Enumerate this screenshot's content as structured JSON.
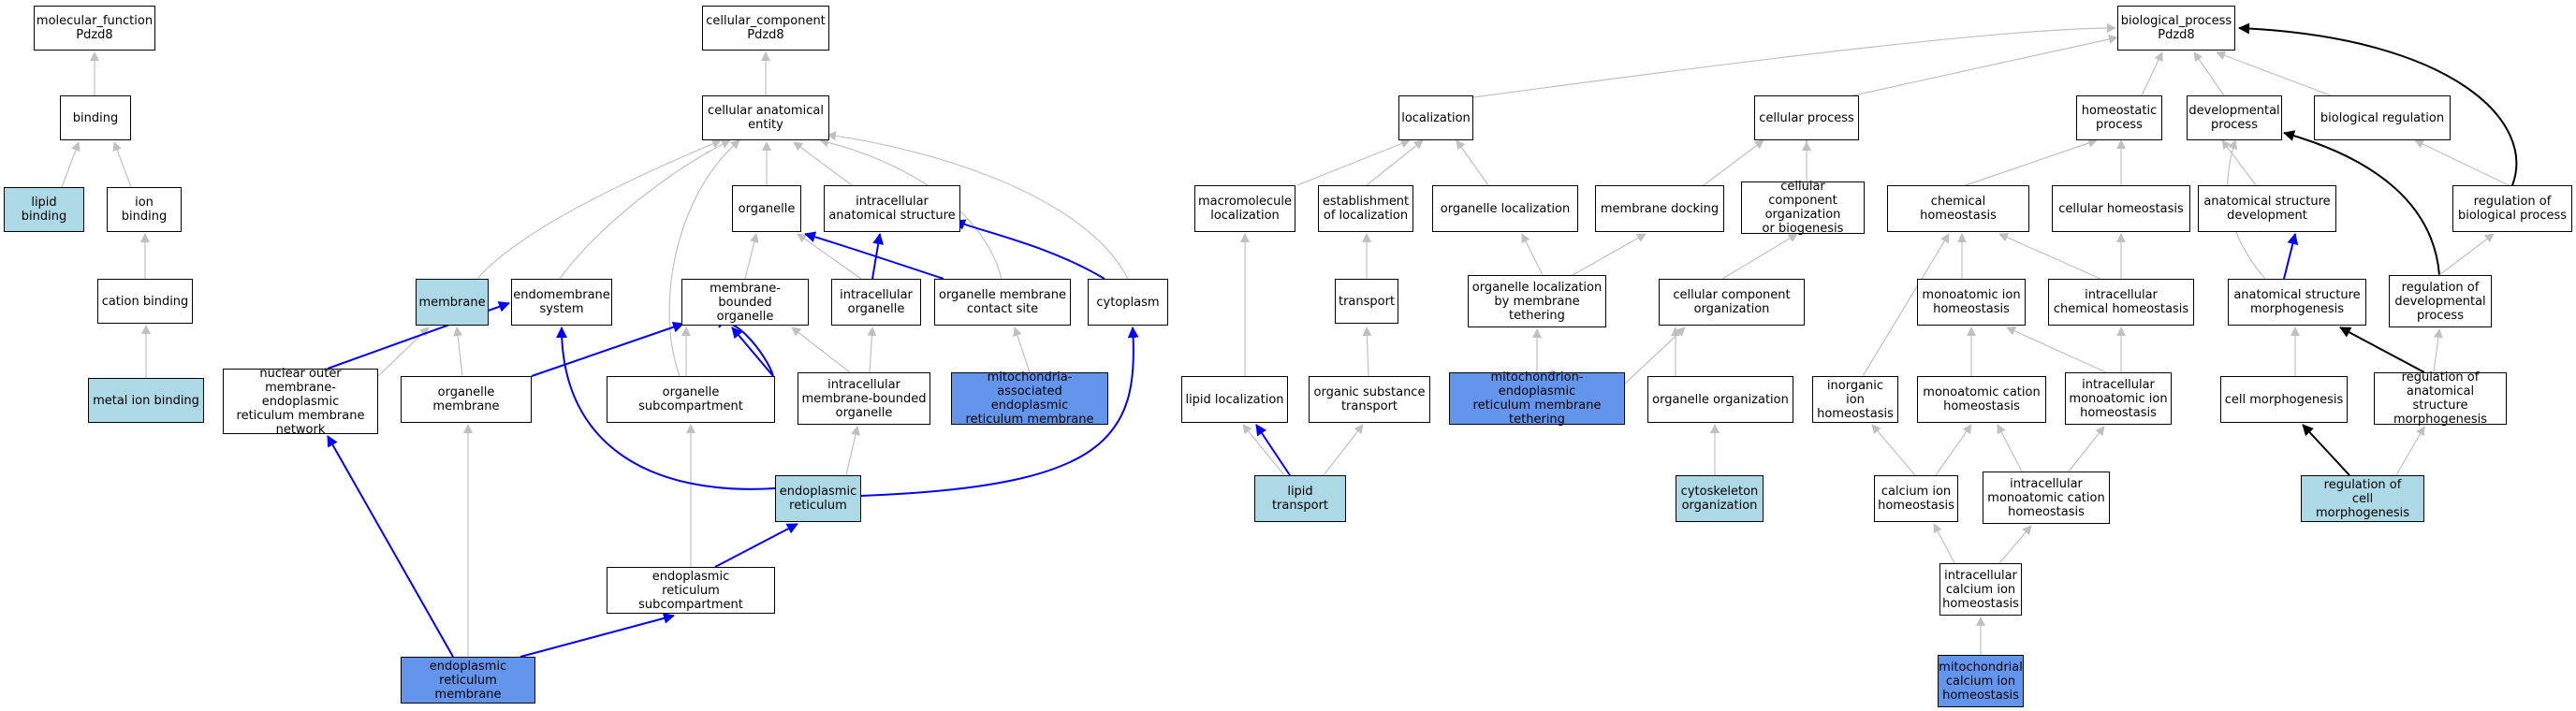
{
  "colors": {
    "grey_edge": "#c0c0c0",
    "blue_edge": "#0000ff",
    "black_edge": "#000000",
    "light_fill": "#add8e6",
    "blue_fill": "#6495ed"
  },
  "nodes": {
    "mf_root": "molecular_function\nPdzd8",
    "binding": "binding",
    "lipid_binding": "lipid binding",
    "ion_binding": "ion binding",
    "cation_binding": "cation binding",
    "metal_ion_binding": "metal ion binding",
    "cc_root": "cellular_component\nPdzd8",
    "cae": "cellular anatomical\nentity",
    "organelle": "organelle",
    "ias": "intracellular\nanatomical structure",
    "membrane": "membrane",
    "endomembrane": "endomembrane\nsystem",
    "mbo": "membrane-bounded\norganelle",
    "intra_org": "intracellular\norganelle",
    "omcs": "organelle membrane\ncontact site",
    "cytoplasm": "cytoplasm",
    "nuclear_outer": "nuclear outer\nmembrane-endoplasmic\nreticulum membrane\nnetwork",
    "org_membrane": "organelle membrane",
    "org_subcomp": "organelle subcompartment",
    "imbo": "intracellular\nmembrane-bounded\norganelle",
    "mam": "mitochondria-associated\nendoplasmic\nreticulum membrane",
    "er": "endoplasmic\nreticulum",
    "er_subcomp": "endoplasmic\nreticulum subcompartment",
    "er_membrane": "endoplasmic\nreticulum membrane",
    "bp_root": "biological_process\nPdzd8",
    "localization": "localization",
    "cellular_process": "cellular process",
    "homeostatic": "homeostatic\nprocess",
    "developmental": "developmental\nprocess",
    "bio_reg": "biological regulation",
    "macro_loc": "macromolecule\nlocalization",
    "est_loc": "establishment\nof localization",
    "org_loc": "organelle localization",
    "mem_dock": "membrane docking",
    "ccob": "cellular component\norganization\nor biogenesis",
    "chem_homeo": "chemical homeostasis",
    "cell_homeo": "cellular homeostasis",
    "asd": "anatomical structure\ndevelopment",
    "reg_bp": "regulation of\nbiological process",
    "transport": "transport",
    "olmt": "organelle localization\nby membrane\ntethering",
    "cco": "cellular component\norganization",
    "mai_homeo": "monoatomic ion\nhomeostasis",
    "ic_chem_homeo": "intracellular\nchemical homeostasis",
    "asm": "anatomical structure\nmorphogenesis",
    "reg_dev": "regulation of\ndevelopmental\nprocess",
    "lipid_loc": "lipid localization",
    "ost": "organic substance\ntransport",
    "mito_er_teth": "mitochondrion-endoplasmic\nreticulum membrane\ntethering",
    "org_org": "organelle organization",
    "inorg_ion": "inorganic ion\nhomeostasis",
    "mac_homeo": "monoatomic cation\nhomeostasis",
    "imai_homeo": "intracellular\nmonoatomic ion\nhomeostasis",
    "cell_morph": "cell morphogenesis",
    "reg_asm": "regulation of\nanatomical structure\nmorphogenesis",
    "lipid_transport": "lipid transport",
    "cytoskel": "cytoskeleton\norganization",
    "calcium_ion": "calcium ion\nhomeostasis",
    "imac_homeo": "intracellular\nmonoatomic cation\nhomeostasis",
    "reg_cell_morph": "regulation of\ncell morphogenesis",
    "ic_calcium": "intracellular\ncalcium ion\nhomeostasis",
    "mito_calcium": "mitochondrial\ncalcium ion\nhomeostasis"
  }
}
